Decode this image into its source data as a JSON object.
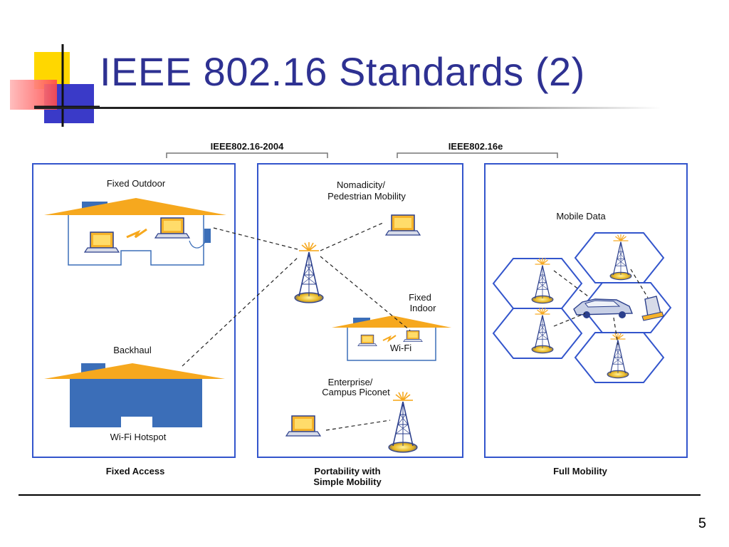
{
  "slide": {
    "title": "IEEE 802.16 Standards (2)",
    "page_number": "5"
  },
  "diagram": {
    "brackets": {
      "left": "IEEE802.16-2004",
      "right": "IEEE802.16e"
    },
    "panel_fixed": {
      "footer": "Fixed Access",
      "fixed_outdoor": "Fixed Outdoor",
      "backhaul": "Backhaul",
      "hotspot": "Wi-Fi Hotspot"
    },
    "panel_portable": {
      "footer_line1": "Portability with",
      "footer_line2": "Simple Mobility",
      "nomadicity_line1": "Nomadicity/",
      "nomadicity_line2": "Pedestrian Mobility",
      "fixed_indoor_line1": "Fixed",
      "fixed_indoor_line2": "Indoor",
      "wifi": "Wi-Fi",
      "enterprise_line1": "Enterprise/",
      "enterprise_line2": "Campus Piconet"
    },
    "panel_mobile": {
      "footer": "Full Mobility",
      "mobile_data": "Mobile Data"
    },
    "colors": {
      "frame_blue": "#3355cc",
      "roof_orange": "#f6a81e",
      "building_blue": "#3b6eb8",
      "title_blue": "#2e3192"
    }
  }
}
